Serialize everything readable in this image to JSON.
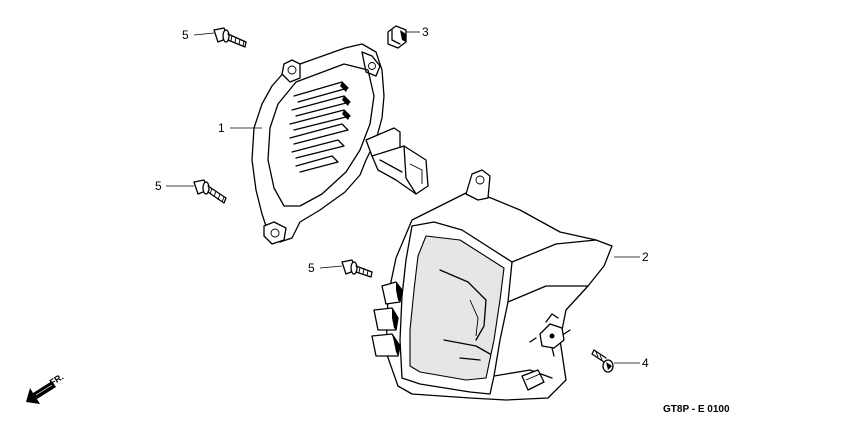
{
  "callouts": {
    "shroud": "1",
    "cover": "2",
    "clip": "3",
    "screw": "4",
    "bolt_top": "5",
    "bolt_left": "5",
    "bolt_mid": "5"
  },
  "direction_label": "FR.",
  "diagram_code": "GT8P - E 0100"
}
